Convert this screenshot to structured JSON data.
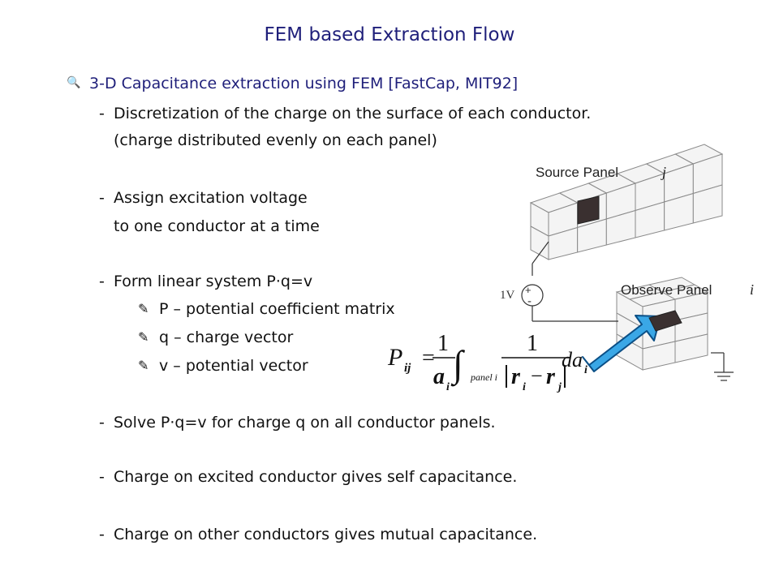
{
  "title": "FEM based Extraction Flow",
  "heading": {
    "bullet": "🔍",
    "text": "3-D Capacitance extraction using FEM [FastCap, MIT92]"
  },
  "items": [
    {
      "dash": "-",
      "lines": [
        "Discretization of the charge on the surface of each conductor.",
        "(charge distributed evenly on each panel)"
      ]
    },
    {
      "dash": "-",
      "lines": [
        "Assign excitation voltage",
        "to one conductor at a time"
      ]
    },
    {
      "dash": "-",
      "lines": [
        "Form linear system P·q=v"
      ]
    },
    {
      "dash": "-",
      "lines": [
        "Solve P·q=v for charge q on all conductor panels."
      ]
    },
    {
      "dash": "-",
      "lines": [
        "Charge on excited conductor gives self capacitance."
      ]
    },
    {
      "dash": "-",
      "lines": [
        "Charge on other conductors gives mutual capacitance."
      ]
    }
  ],
  "sub_bullets": [
    {
      "icon": "pencil-icon",
      "glyph": "✎",
      "text": "P – potential coefficient matrix"
    },
    {
      "icon": "pencil-icon",
      "glyph": "✎",
      "text": "q – charge vector"
    },
    {
      "icon": "pencil-icon",
      "glyph": "✎",
      "text": "v – potential vector"
    }
  ],
  "figure": {
    "source_label": "Source Panel",
    "source_var": "j",
    "observe_label": "Observe Panel",
    "observe_var": "i",
    "voltage_label": "1V",
    "plus": "+",
    "minus": "-"
  },
  "formula": {
    "lhs_P": "P",
    "lhs_sub": "ij",
    "equals": "=",
    "num1": "1",
    "den_a": "a",
    "den_a_sub": "i",
    "integral": "∫",
    "int_sub": "panel i",
    "num2": "1",
    "den_r1": "r",
    "den_r1_sub": "i",
    "minus": "−",
    "den_r2": "r",
    "den_r2_sub": "j",
    "da": "da",
    "da_sub": "i"
  },
  "colors": {
    "title": "#1f1f7a",
    "text": "#111111",
    "grid_face": "#f2f2f2",
    "panel_fill": "#3a3030",
    "arrow_fill": "#3aa7e6",
    "arrow_stroke": "#0b4f86"
  }
}
